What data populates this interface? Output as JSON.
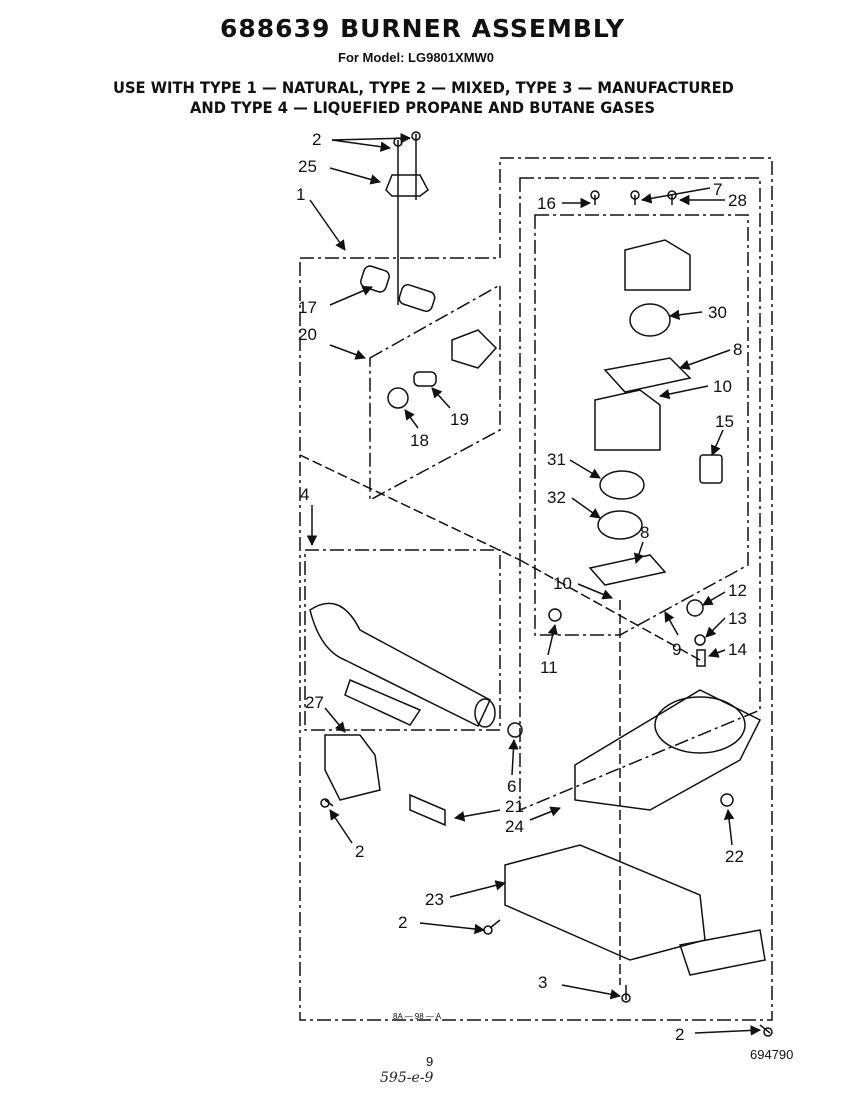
{
  "header": {
    "title": "688639 BURNER ASSEMBLY",
    "model": "For Model: LG9801XMW0",
    "usage_line1": "USE WITH TYPE 1 — NATURAL, TYPE 2 — MIXED, TYPE 3 — MANUFACTURED",
    "usage_line2": "AND TYPE 4 — LIQUEFIED PROPANE AND BUTANE GASES"
  },
  "footer": {
    "page_number": "9",
    "handwritten_note": "595-e-9",
    "document_number": "694790",
    "drawing_code": "8A — 98 — A"
  },
  "callouts": [
    "1",
    "2",
    "3",
    "4",
    "6",
    "7",
    "8",
    "9",
    "10",
    "11",
    "12",
    "13",
    "14",
    "15",
    "16",
    "17",
    "18",
    "19",
    "20",
    "21",
    "22",
    "23",
    "24",
    "25",
    "27",
    "28",
    "30",
    "31",
    "32"
  ]
}
